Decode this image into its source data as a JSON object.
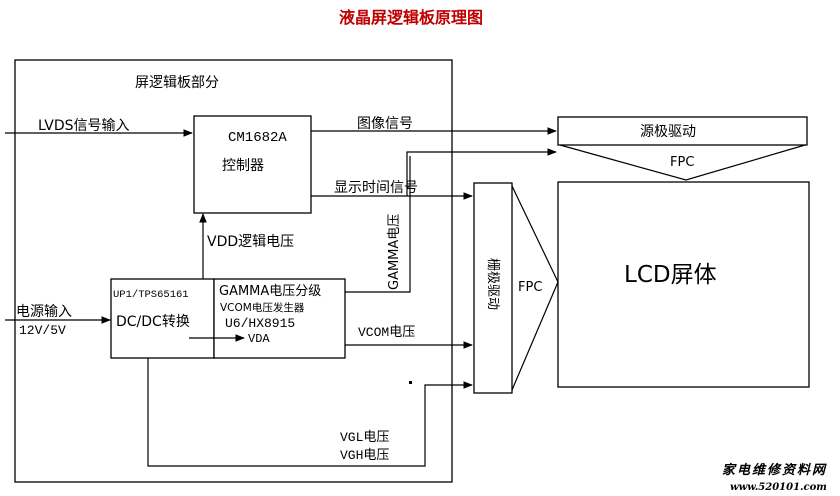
{
  "title": "液晶屏逻辑板原理图",
  "board_label": "屏逻辑板部分",
  "inputs": {
    "lvds": "LVDS信号输入",
    "power": "电源输入",
    "power_voltage": "12V/5V"
  },
  "controller": {
    "chip": "CM1682A",
    "name": "控制器"
  },
  "power_chip": {
    "part": "UP1/TPS65161",
    "name": "DC/DC转换"
  },
  "gamma_chip": {
    "line1": "GAMMA电压分级",
    "line2": "VCOM电压发生器",
    "line3": "U6/HX8915",
    "line4": "VDA"
  },
  "signals": {
    "image": "图像信号",
    "timing": "显示时间信号",
    "vdd": "VDD逻辑电压",
    "gamma_v": "GAMMA电压",
    "vcom": "VCOM电压",
    "vgl": "VGL电压",
    "vgh": "VGH电压"
  },
  "source_driver": "源极驱动",
  "gate_driver": "栅极驱动",
  "fpc_top": "FPC",
  "fpc_side": "FPC",
  "lcd": "LCD屏体",
  "watermark": {
    "text": "家电维修资料网",
    "url": "www.520101.com"
  },
  "colors": {
    "title": "#c00000",
    "watermark_text": "#2a55b0",
    "watermark_url": "#d22020"
  }
}
